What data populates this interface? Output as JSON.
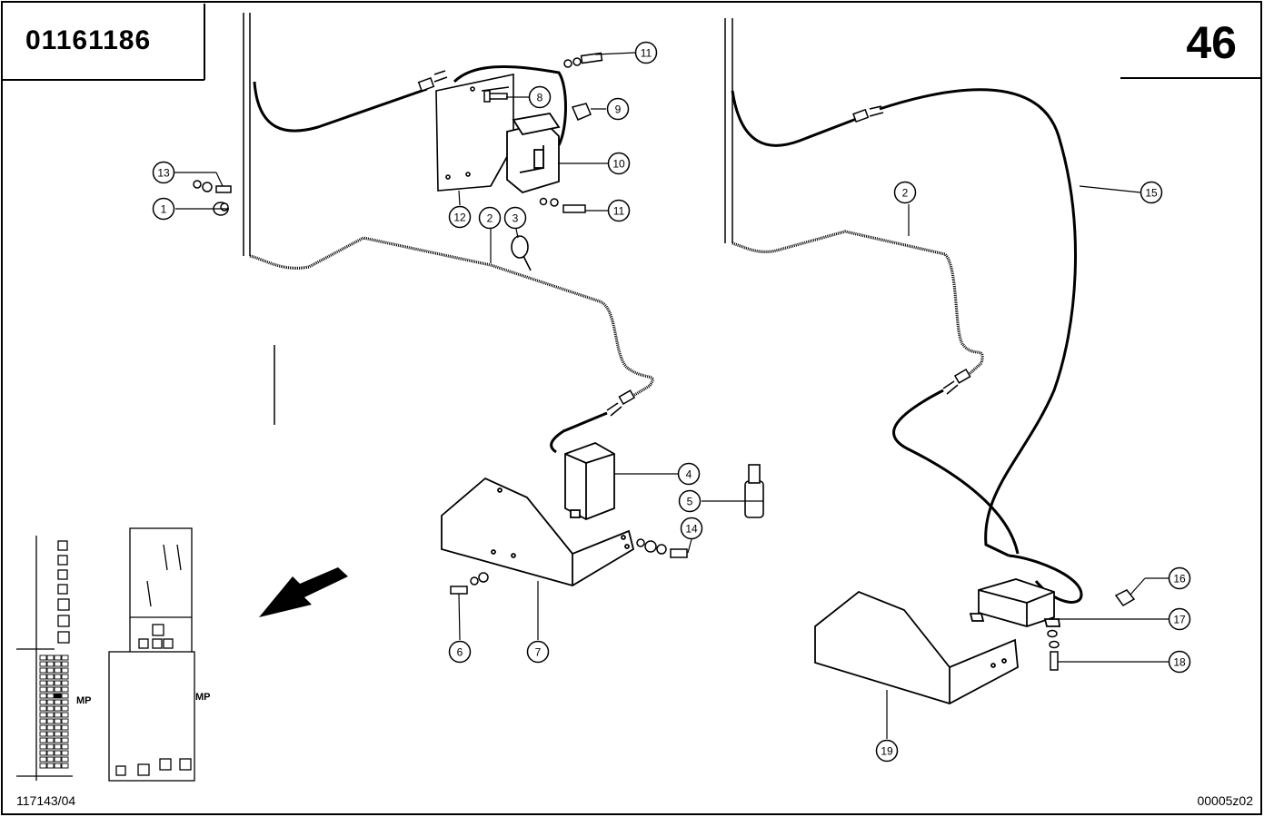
{
  "header": {
    "part_number": "01161186",
    "page_number": "46"
  },
  "footer": {
    "drawing_code": "117143/04",
    "image_code": "00005z02"
  },
  "callouts": [
    "1",
    "2",
    "3",
    "4",
    "5",
    "6",
    "7",
    "8",
    "9",
    "10",
    "11",
    "12",
    "13",
    "14",
    "15",
    "16",
    "17",
    "18",
    "19"
  ],
  "locator": {
    "label_left": "MP",
    "label_right": "MP"
  }
}
